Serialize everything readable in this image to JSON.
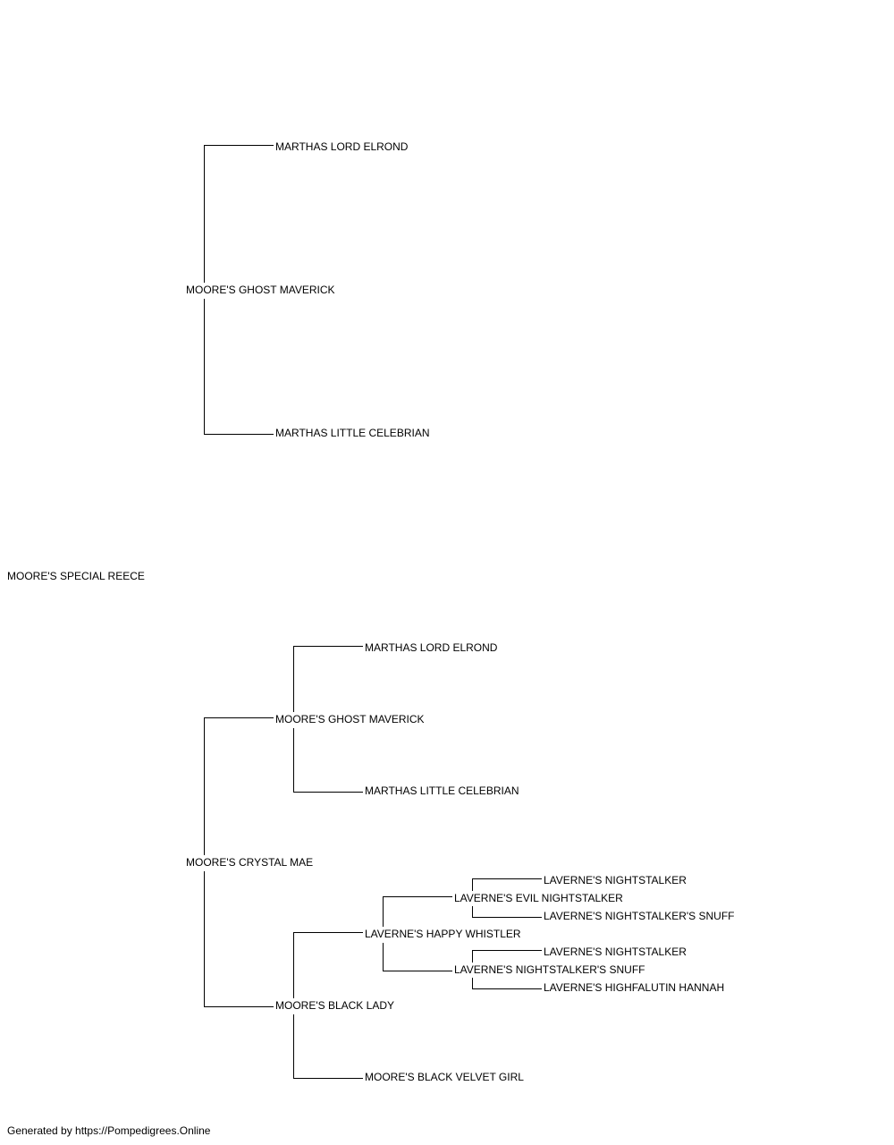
{
  "pedigree": {
    "subject": "MOORE'S SPECIAL REECE",
    "sire": "MOORE'S GHOST MAVERICK",
    "sire_sire": "MARTHAS LORD ELROND",
    "sire_dam": "MARTHAS LITTLE CELEBRIAN",
    "dam": "MOORE'S CRYSTAL MAE",
    "dam_sire": "MOORE'S GHOST MAVERICK",
    "dam_sire_sire": "MARTHAS LORD ELROND",
    "dam_sire_dam": "MARTHAS LITTLE CELEBRIAN",
    "dam_dam": "MOORE'S BLACK LADY",
    "dam_dam_sire": "LAVERNE'S HAPPY WHISTLER",
    "dam_dam_sire_sire": "LAVERNE'S EVIL NIGHTSTALKER",
    "dam_dam_sire_sire_sire": "LAVERNE'S NIGHTSTALKER",
    "dam_dam_sire_sire_dam": "LAVERNE'S NIGHTSTALKER'S SNUFF",
    "dam_dam_sire_dam": "LAVERNE'S NIGHTSTALKER'S SNUFF",
    "dam_dam_sire_dam_sire": "LAVERNE'S NIGHTSTALKER",
    "dam_dam_sire_dam_dam": "LAVERNE'S HIGHFALUTIN HANNAH",
    "dam_dam_dam": "MOORE'S BLACK VELVET GIRL"
  },
  "footer": {
    "text": "Generated by https://Pompedigrees.Online"
  }
}
